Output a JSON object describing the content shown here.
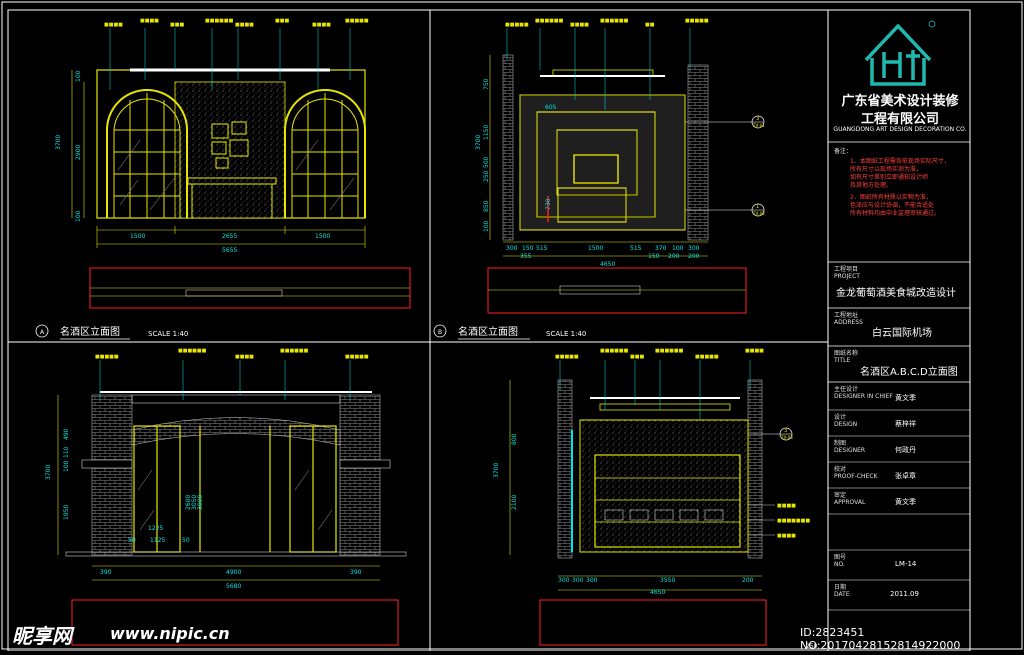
{
  "titlebar": {
    "company_cn_line1": "广东省美术设计装修",
    "company_cn_line2": "工程有限公司",
    "company_en": "GUANGDONG ART DESIGN DECORATION CO.",
    "notes_label": "备注：",
    "note_lines": [
      "1、本图纸工程需各依现场实际尺寸，",
      "   所有尺寸以现场实测为准，",
      "   如有尺寸差别立即通知设计师",
      "   及其他方处理。",
      "2、图纸所有材质以实物为准，",
      "   色泽应与设计协调，不能合适处",
      "   所有材料均由中业监理审核通过。"
    ],
    "project_label": "工程项目",
    "project_label_en": "PROJECT",
    "project_name": "金龙葡萄酒美食城改造设计",
    "address_label": "工程地址",
    "address_label_en": "ADDRESS",
    "address_value": "白云国际机场",
    "drawing_title_label": "图纸名称",
    "drawing_title_label_en": "TITLE",
    "drawing_title": "名酒区A.B.C.D立面图",
    "chief_designer_label": "主任设计",
    "chief_designer_label_en": "DESIGNER IN CHIEF",
    "chief_designer": "黄文季",
    "designer_label": "设计",
    "designer_label_en": "DESIGN",
    "designer": "蔡梓祥",
    "drafter_label": "制图",
    "drafter_label_en": "DESIGNER",
    "drafter": "何政丹",
    "checker_label": "校对",
    "checker_label_en": "PROOF-CHECK",
    "checker": "张卓章",
    "approval_label": "审定",
    "approval_label_en": "APPROVAL",
    "approver": "黄文季",
    "drawing_no_label": "图号",
    "drawing_no_label_en": "NO.",
    "drawing_no": "LM-14",
    "date_label": "日期",
    "date_label_en": "DATE",
    "date": "2011.09"
  },
  "views": {
    "a": {
      "caption": "名酒区立面图",
      "scale": "SCALE   1:40",
      "dims_bottom": [
        "1500",
        "2655",
        "1500"
      ],
      "dim_total": "5655",
      "dims_left": [
        "3700",
        "2900",
        "100",
        "100"
      ]
    },
    "b": {
      "caption": "名酒区立面图",
      "scale": "SCALE   1:40",
      "dims_bottom": [
        "300",
        "150",
        "515",
        "1500",
        "515",
        "370",
        "100",
        "300"
      ],
      "dims_bottom2": [
        "355",
        "150",
        "200",
        "200"
      ],
      "dim_total": "4650",
      "dims_left": [
        "3700",
        "750",
        "1150",
        "500",
        "250",
        "850",
        "100"
      ],
      "inner_dim": "605",
      "inner_dim2": "730",
      "callout_top": "3",
      "callout_top_ref": "ZX-01",
      "callout_bottom": "1",
      "callout_bottom_ref": "ZX-02"
    },
    "c": {
      "dims_bottom": [
        "390",
        "4900",
        "390"
      ],
      "dim_total": "5680",
      "dims_left": [
        "3700",
        "490",
        "110",
        "100",
        "1950"
      ],
      "inner_dims": [
        "1225",
        "50",
        "1125",
        "50"
      ],
      "vert_dims": [
        "2600",
        "3050",
        "3000"
      ]
    },
    "d": {
      "dims_bottom": [
        "300",
        "300",
        "300",
        "3550",
        "200"
      ],
      "dim_total": "4650",
      "dims_left": [
        "3700",
        "800",
        "2100"
      ],
      "callout": "3",
      "callout_ref": "ZX-03",
      "scale_partial": "250"
    }
  },
  "watermark": {
    "logo_text": "昵享网",
    "url": "www.nipic.cn",
    "id_text": "ID:2823451 NO:20170428152814922000"
  },
  "colors": {
    "background": "#000000",
    "frame": "#ffffff",
    "drawing_yellow": "#e6e600",
    "dimension_cyan": "#00e5e5",
    "hatch_gray": "#8a8a8a",
    "red_plan": "#ff2020",
    "logo_teal": "#20b8b0"
  }
}
